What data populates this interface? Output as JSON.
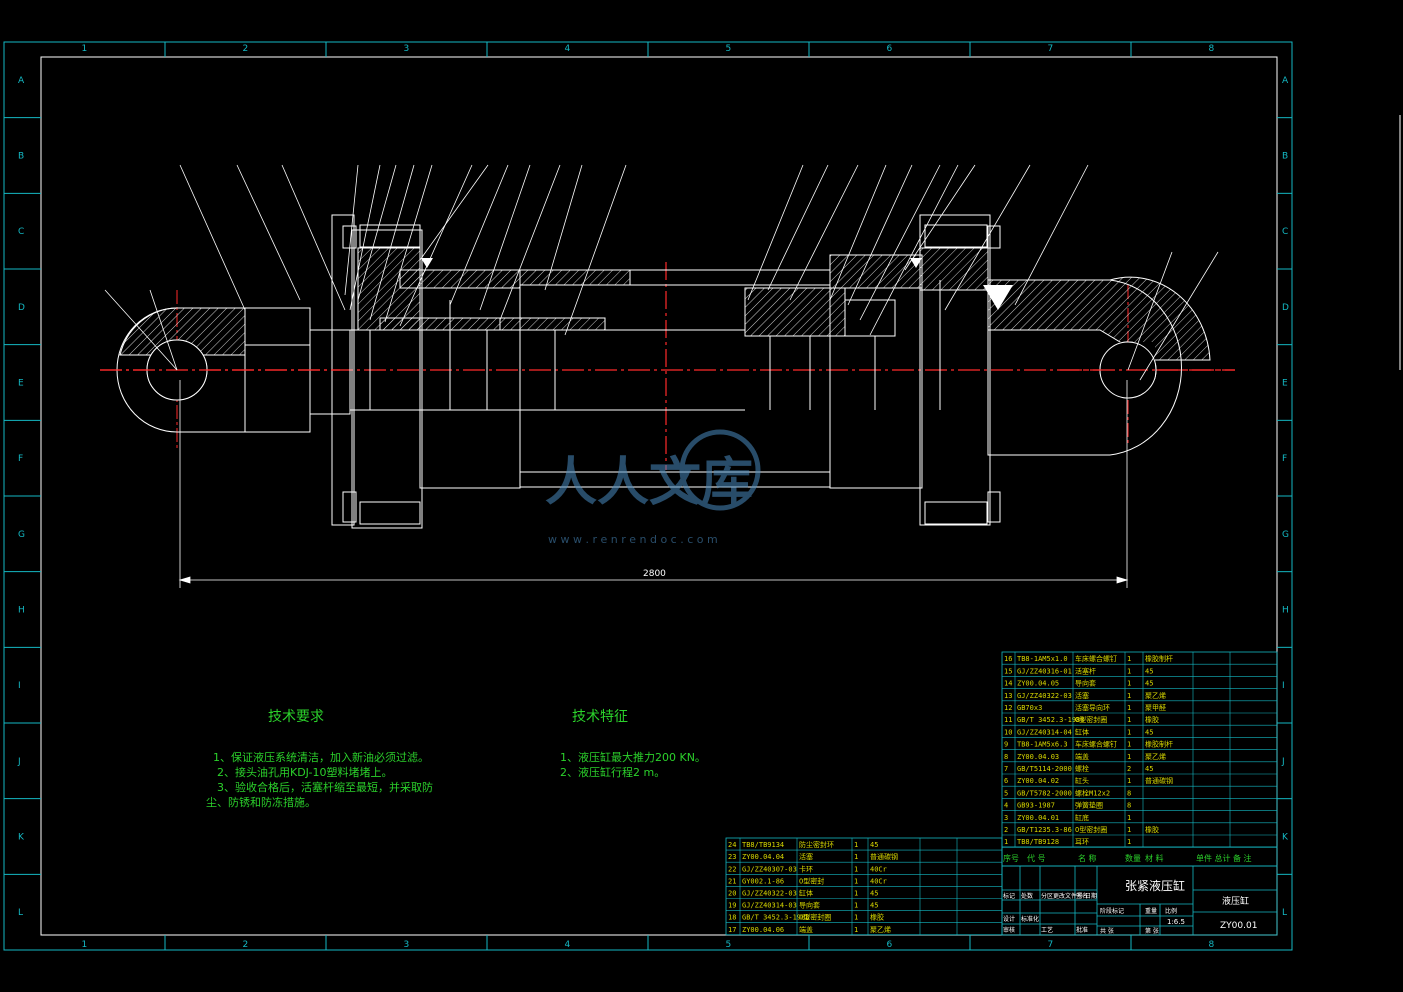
{
  "drawing": {
    "zone_columns": [
      "1",
      "2",
      "3",
      "4",
      "5",
      "6",
      "7",
      "8"
    ],
    "zone_rows": [
      "A",
      "B",
      "C",
      "D",
      "E",
      "F",
      "G",
      "H",
      "I",
      "J",
      "K",
      "L"
    ],
    "overall_dimension": "2800",
    "colors": {
      "frame": "#14b9c4",
      "geometry": "#ffffff",
      "centerline": "#ff2a2a",
      "text": "#2bd12b",
      "leader": "#ffffff"
    }
  },
  "tech_requirements": {
    "title": "技术要求",
    "items": [
      "1、保证液压系统清洁，加入新油必须过滤。",
      "2、接头油孔用KDJ-10塑料堵堵上。",
      "3、验收合格后，活塞杆缩至最短，并采取防",
      "尘、防锈和防冻措施。"
    ]
  },
  "tech_features": {
    "title": "技术特征",
    "items": [
      "1、液压缸最大推力200 KN。",
      "2、液压缸行程2 m。"
    ]
  },
  "bom_right": {
    "rows": [
      [
        "16",
        "TB8-1AM5x1.0",
        "车床螺合螺钉",
        "1",
        "橡胶制杆",
        ""
      ],
      [
        "15",
        "GJ/ZZ40316-01",
        "活塞杆",
        "1",
        "45",
        ""
      ],
      [
        "14",
        "ZY00.04.05",
        "导向套",
        "1",
        "45",
        ""
      ],
      [
        "13",
        "GJ/ZZ40322-03",
        "活塞",
        "1",
        "聚乙烯",
        ""
      ],
      [
        "12",
        "GB70x3",
        "活塞导向环",
        "1",
        "聚甲醛",
        ""
      ],
      [
        "11",
        "GB/T 3452.3-1988",
        "O型密封圈",
        "1",
        "橡胶",
        ""
      ],
      [
        "10",
        "GJ/ZZ40314-04",
        "缸体",
        "1",
        "45",
        ""
      ],
      [
        "9",
        "TB8-1AM5x6.3",
        "车床螺合螺钉",
        "1",
        "橡胶制杆",
        ""
      ],
      [
        "8",
        "ZY00.04.03",
        "端盖",
        "1",
        "聚乙烯",
        ""
      ],
      [
        "7",
        "GB/T5114-2000",
        "螺栓",
        "2",
        "45",
        ""
      ],
      [
        "6",
        "ZY00.04.02",
        "缸头",
        "1",
        "普通碳钢",
        ""
      ],
      [
        "5",
        "GB/T5782-2000",
        "螺栓M12x2",
        "8",
        "",
        ""
      ],
      [
        "4",
        "GB93-1987",
        "弹簧垫圈",
        "8",
        "",
        ""
      ],
      [
        "3",
        "ZY00.04.01",
        "缸底",
        "1",
        "",
        ""
      ],
      [
        "2",
        "GB/T1235.3-86",
        "O型密封圈",
        "1",
        "橡胶",
        ""
      ],
      [
        "1",
        "TB8/TB9128",
        "耳环",
        "1",
        "",
        ""
      ]
    ],
    "header": [
      "序号",
      "代  号",
      "名  称",
      "数量",
      "材  料",
      "单件 总计",
      "备  注"
    ]
  },
  "bom_left": {
    "rows": [
      [
        "24",
        "TB8/TB9134",
        "防尘密封环",
        "1",
        "45",
        ""
      ],
      [
        "23",
        "ZY00.04.04",
        "活塞",
        "1",
        "普通碳钢",
        ""
      ],
      [
        "22",
        "GJ/ZZ40307-03",
        "卡环",
        "1",
        "40Cr",
        ""
      ],
      [
        "21",
        "GY002.1-86",
        "O型密封",
        "1",
        "40Cr",
        ""
      ],
      [
        "20",
        "GJ/ZZ40322-03",
        "缸体",
        "1",
        "45",
        ""
      ],
      [
        "19",
        "GJ/ZZ40314-03",
        "导向套",
        "1",
        "45",
        ""
      ],
      [
        "18",
        "GB/T 3452.3-1988",
        "O型密封圈",
        "1",
        "橡胶",
        ""
      ],
      [
        "17",
        "ZY00.04.06",
        "端盖",
        "1",
        "聚乙烯",
        ""
      ]
    ]
  },
  "title_block": {
    "name": "张紧液压缸",
    "company": "液压缸",
    "drawing_no": "ZY00.01",
    "scale": "1:6.5",
    "labels": [
      "标记",
      "处数",
      "分区",
      "更改文件号",
      "签名",
      "日期",
      "设计",
      "标准化",
      "阶段标记",
      "重量",
      "比例",
      "审核",
      "工艺",
      "批准",
      "共 张",
      "第 张"
    ]
  },
  "watermark": {
    "brand": "人人文库",
    "url": "w w w . r e n r e n d o c . c o m"
  }
}
